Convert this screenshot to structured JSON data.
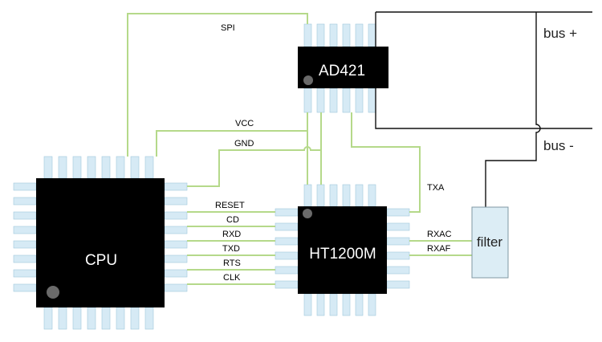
{
  "chips": {
    "cpu": "CPU",
    "ad421": "AD421",
    "ht1200m": "HT1200M",
    "filter": "filter"
  },
  "bus": {
    "plus": "bus +",
    "minus": "bus -"
  },
  "signals": {
    "spi": "SPI",
    "vcc": "VCC",
    "gnd": "GND",
    "txa": "TXA",
    "reset": "RESET",
    "cd": "CD",
    "rxd": "RXD",
    "txd": "TXD",
    "rts": "RTS",
    "clk": "CLK",
    "rxac": "RXAC",
    "rxaf": "RXAF"
  },
  "colors": {
    "chip": "#000000",
    "pin": "#d6eaf5",
    "wire": "#b5d98a",
    "bus_line": "#111111",
    "filter_fill": "#dcedf5"
  }
}
